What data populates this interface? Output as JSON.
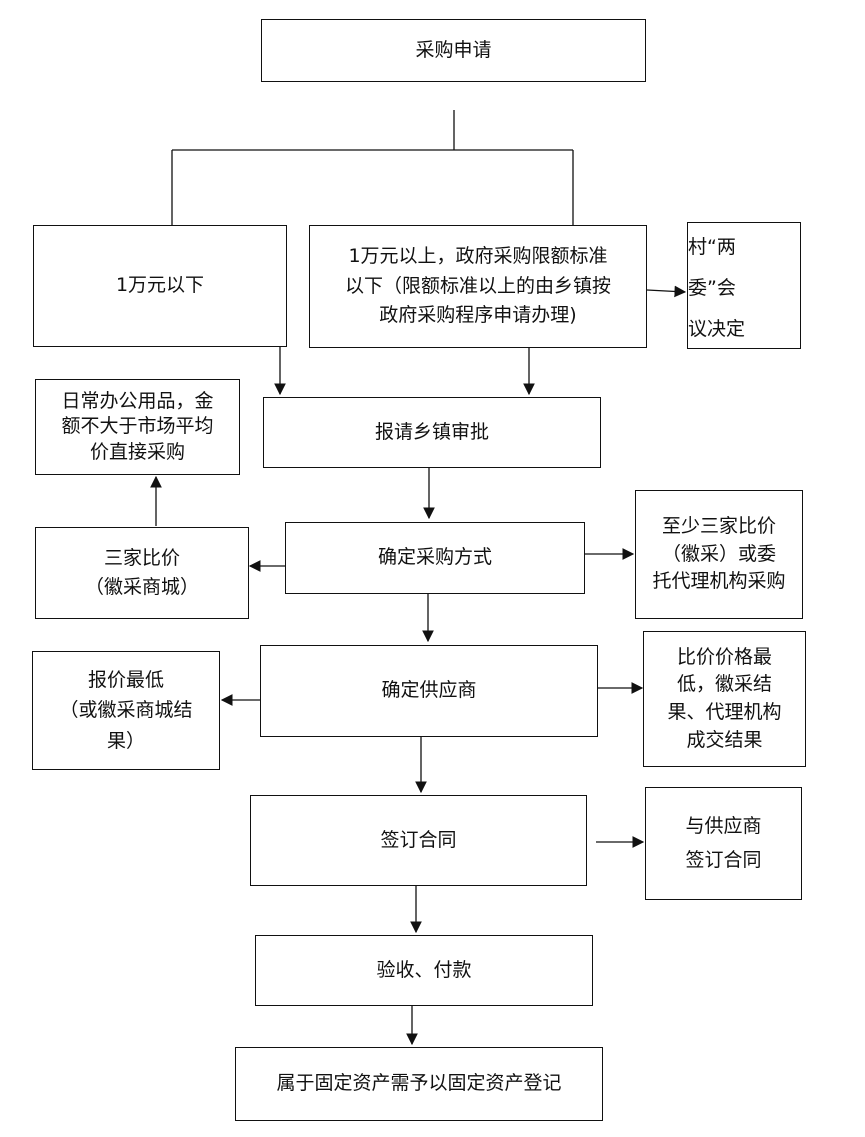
{
  "nodes": {
    "apply": "采购申请",
    "below_10k": "1万元以下",
    "above_10k": [
      "1万元以上，政府采购限额标准",
      "以下（限额标准以上的由乡镇按",
      "政府采购程序申请办理)"
    ],
    "village": [
      "村“两",
      "委”会",
      "议决定"
    ],
    "town_approval": "报请乡镇审批",
    "daily_supplies": [
      "日常办公用品，金",
      "额不大于市场平均",
      "价直接采购"
    ],
    "method": "确定采购方式",
    "three_quotes": [
      "三家比价",
      "（徽采商城）"
    ],
    "agency": [
      "至少三家比价",
      "（徽采）或委",
      "托代理机构采购"
    ],
    "supplier": "确定供应商",
    "lowest_quote": [
      "报价最低",
      "（或徽采商城结",
      "果）"
    ],
    "lowest_result": [
      "比价价格最",
      "低，徽采结",
      "果、代理机构",
      "成交结果"
    ],
    "contract": "签订合同",
    "sign_with_supplier": [
      "与供应商",
      "签订合同"
    ],
    "acceptance": "验收、付款",
    "register": "属于固定资产需予以固定资产登记"
  }
}
